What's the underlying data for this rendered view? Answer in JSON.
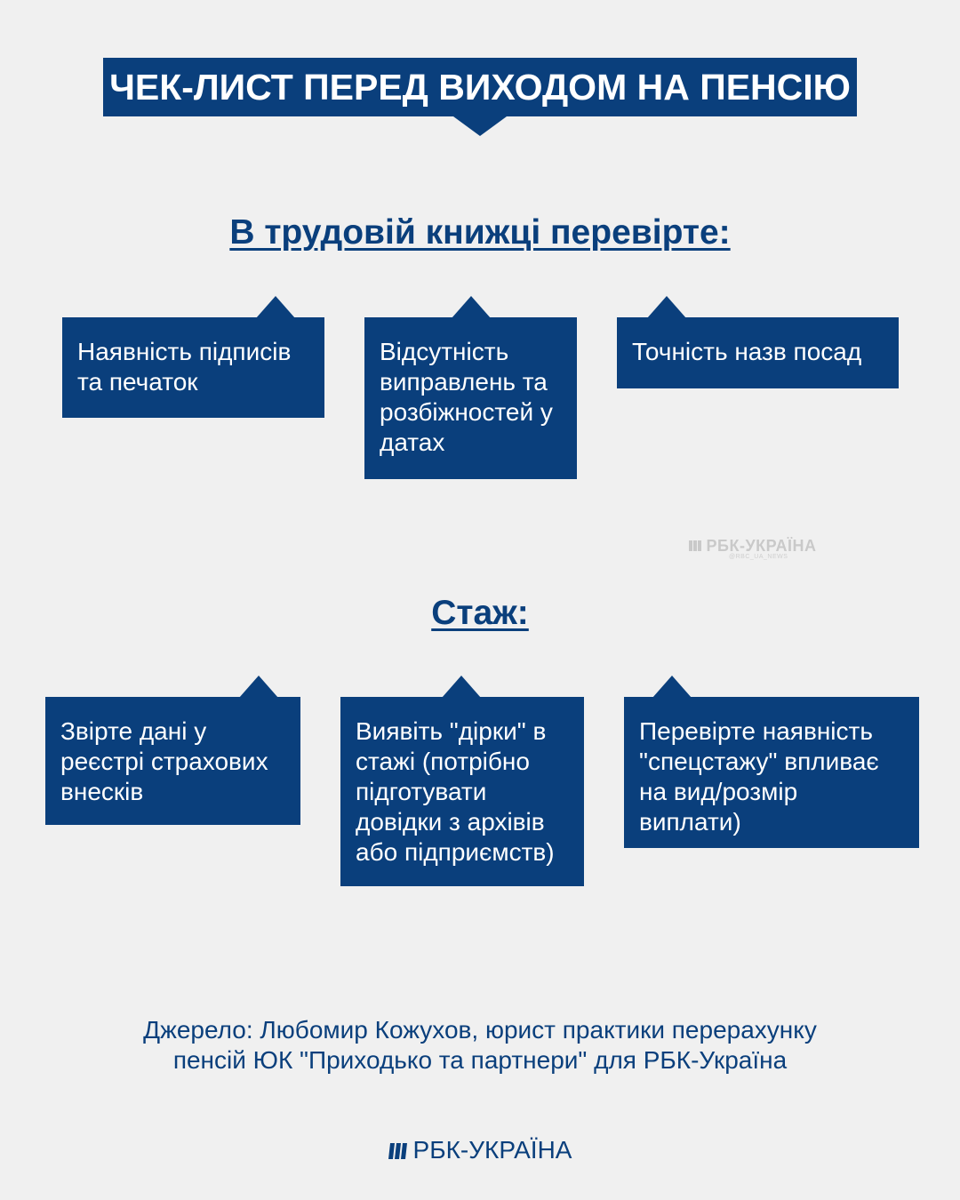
{
  "title": "ЧЕК-ЛИСТ ПЕРЕД ВИХОДОМ НА ПЕНСІЮ",
  "section1": {
    "heading": "В трудовій книжці перевірте:",
    "cards": [
      "Наявність підписів та печаток",
      "Відсутність виправлень та розбіжностей у датах",
      "Точність назв посад"
    ]
  },
  "section2": {
    "heading": "Стаж:",
    "cards": [
      "Звірте дані у реєстрі страхових внесків",
      "Виявіть \"дірки\" в стажі (потрібно підготувати довідки з архівів або підприємств)",
      "Перевірте наявність \"спецстажу\" впливає на вид/розмір виплати)"
    ]
  },
  "watermark": {
    "logo": "РБК-УКРАЇНА",
    "handle": "@RBC_UA_NEWS"
  },
  "source": {
    "line1": "Джерело: Любомир Кожухов, юрист практики перерахунку",
    "line2": "пенсій ЮК \"Приходько та партнери\" для РБК-Україна"
  },
  "brand": "РБК-УКРАЇНА",
  "colors": {
    "primary": "#0a3f7c",
    "background": "#f0f0f0"
  }
}
